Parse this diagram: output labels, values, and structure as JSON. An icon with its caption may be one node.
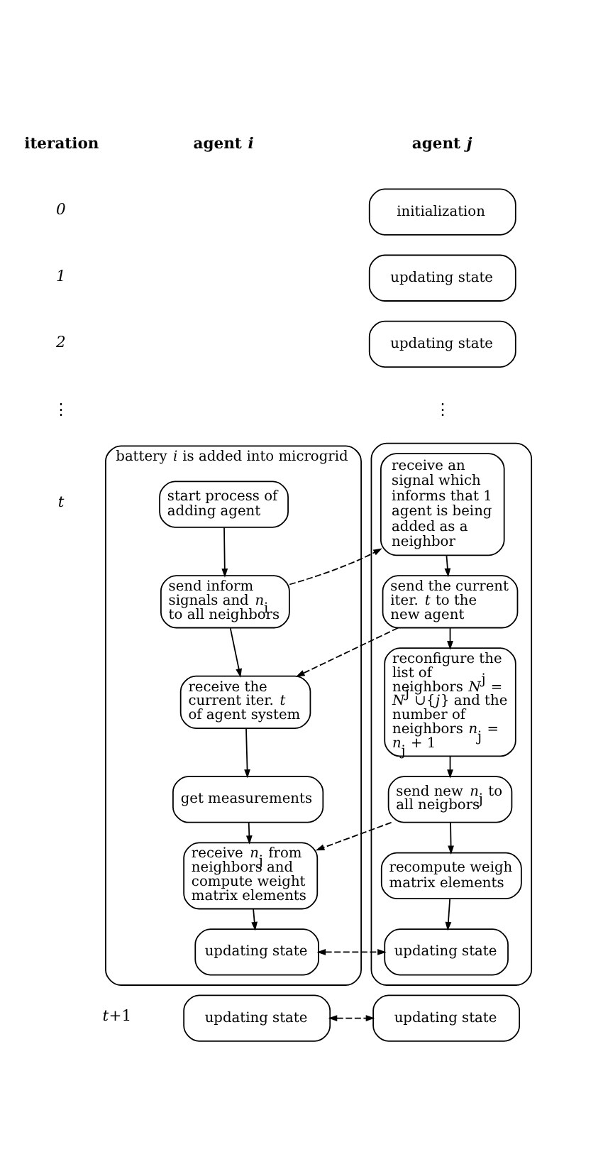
{
  "diagram": {
    "nodes": [
      {
        "text": [
          "initialization"
        ]
      },
      {
        "text": [
          "updating state"
        ]
      },
      {
        "text": [
          "updating state"
        ]
      },
      {
        "text": [
          "battery *i* is added into microgrid"
        ]
      },
      {
        "text": [
          "start process of adding agent"
        ],
        "in": 3
      },
      {
        "text": [
          "send inform signals and *n*$_{i}$ to all neighbors"
        ],
        "in": 3
      },
      {
        "text": [
          "receive the current iter. *t* of agent system"
        ],
        "in": 3
      },
      {
        "text": [
          "get measurements"
        ],
        "in": 3
      },
      {
        "text": [
          "receive *n*$_{j}$ from neighbors and compute weight matrix elements"
        ],
        "in": 3
      },
      {
        "text": [
          "updating state"
        ],
        "in": 3
      },
      {
        "text": [],
        "shape": "box"
      },
      {
        "text": [
          "receive an signal which informs that 1 agent is being added as a neighbor"
        ],
        "in": 10
      },
      {
        "text": [
          "send the current iter. *t* to the new agent"
        ],
        "in": 10
      },
      {
        "text": [
          "reconfigure the list of neighbors *N*$^{j}$ = *N*$^{j}$ ∪{*j*} and the number of neighbors *n*$_{j}$ = *n*$_{j}$ + 1"
        ],
        "in": 10
      },
      {
        "text": [
          "send new *n*$_{j}$ to all neigbors"
        ],
        "in": 10
      },
      {
        "text": [
          "recompute weigh matrix elements"
        ],
        "in": 10
      },
      {
        "text": [
          "updating state"
        ],
        "in": 10
      },
      {
        "text": [
          "updating state"
        ]
      },
      {
        "text": [
          "updating state"
        ]
      }
    ],
    "edges": [
      {
        "from": 4,
        "to": 5,
        "arrow": "to"
      },
      {
        "from": 5,
        "to": 6,
        "arrow": "to"
      },
      {
        "from": 6,
        "to": 7,
        "arrow": "to"
      },
      {
        "from": 7,
        "to": 8,
        "arrow": "to"
      },
      {
        "from": 8,
        "to": 9,
        "arrow": "to"
      },
      {
        "from": 11,
        "to": 12,
        "arrow": "to"
      },
      {
        "from": 12,
        "to": 13,
        "arrow": "to"
      },
      {
        "from": 13,
        "to": 14,
        "arrow": "to"
      },
      {
        "from": 14,
        "to": 15,
        "arrow": "to"
      },
      {
        "from": 15,
        "to": 16,
        "arrow": "to"
      },
      {
        "from": 5,
        "to": 11,
        "arrow": "to",
        "style": "dashed"
      },
      {
        "from": 12,
        "to": 6,
        "arrow": "to",
        "style": "dashed"
      },
      {
        "from": 14,
        "to": 8,
        "arrow": "to",
        "style": "dashed"
      },
      {
        "from": 9,
        "to": 16,
        "arrow": "both",
        "style": "dashed"
      },
      {
        "from": 17,
        "to": 18,
        "arrow": "both",
        "style": "dashed"
      }
    ],
    "labels": [
      "iteration",
      "agent *i*",
      "agent *j*",
      "*0*",
      "*1*",
      "*2*",
      "⋮",
      "⋮",
      "*t*",
      "*t*+1"
    ]
  }
}
